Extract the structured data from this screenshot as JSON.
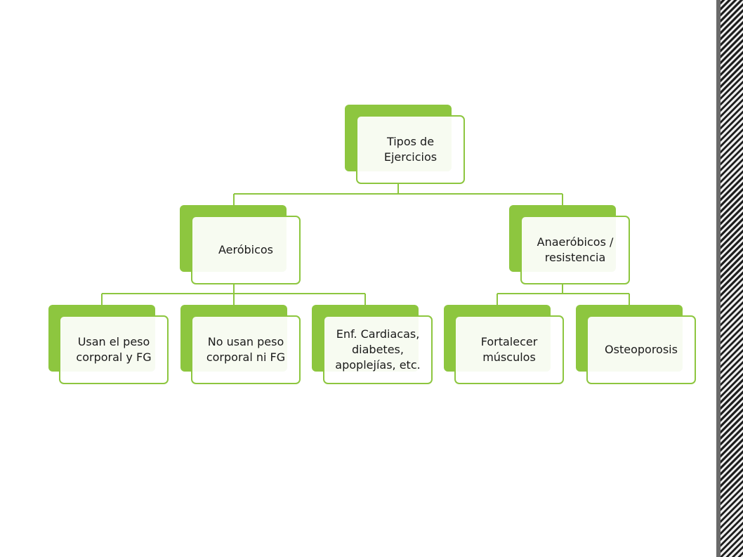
{
  "colors": {
    "accent": "#8dc63f",
    "front_border": "#8dc63f",
    "text": "#1a1a1a",
    "connector": "#8dc63f"
  },
  "diagram": {
    "root": {
      "label": "Tipos de Ejercicios"
    },
    "branches": [
      {
        "label": "Aeróbicos",
        "children": [
          {
            "label": "Usan el peso corporal y FG"
          },
          {
            "label": "No usan peso corporal ni FG"
          },
          {
            "label": "Enf. Cardiacas, diabetes, apoplejías, etc."
          }
        ]
      },
      {
        "label": "Anaeróbicos / resistencia",
        "children": [
          {
            "label": "Fortalecer músculos"
          },
          {
            "label": "Osteoporosis"
          }
        ]
      }
    ]
  }
}
